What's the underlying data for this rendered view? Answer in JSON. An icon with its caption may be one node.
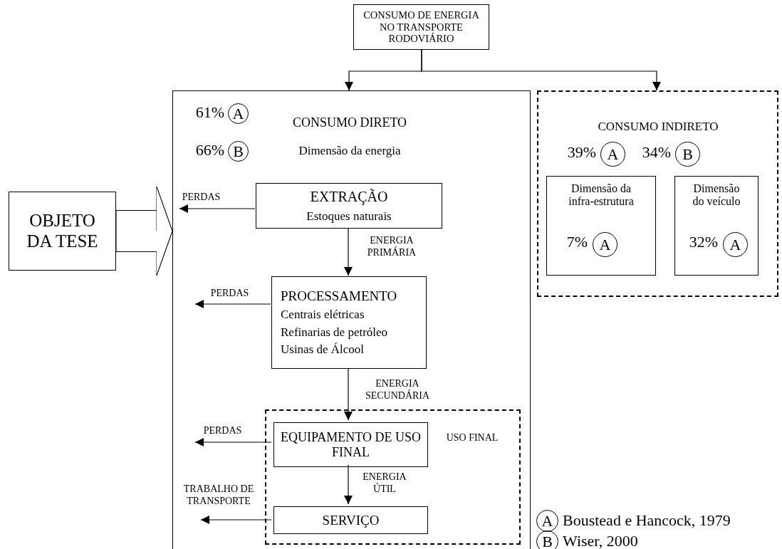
{
  "diagram": {
    "nodes": [
      {
        "text": [
          "CONSUMO DE ENERGIA NO TRANSPORTE RODOVIÁRIO"
        ]
      },
      {
        "text": [
          "CONSUMO DIRETO",
          "Dimensão da energia"
        ]
      },
      {
        "text": [
          "A"
        ],
        "in": 1,
        "beside": [
          "61%"
        ]
      },
      {
        "text": [
          "B"
        ],
        "in": 1,
        "beside": [
          "66%"
        ]
      },
      {
        "text": [
          "EXTRAÇÃO",
          "Estoques naturais"
        ],
        "in": 1
      },
      {
        "text": [
          "PROCESSAMENTO",
          "Centrais elétricas",
          "Refinarias de petróleo",
          "Usinas de Álcool"
        ],
        "in": 1
      },
      {
        "text": [
          "USO FINAL"
        ],
        "in": 1
      },
      {
        "text": [
          "EQUIPAMENTO DE USO FINAL"
        ],
        "in": 6
      },
      {
        "text": [
          "SERVIÇO"
        ],
        "in": 6
      },
      {
        "text": [
          "CONSUMO INDIRETO"
        ]
      },
      {
        "text": [
          "A"
        ],
        "in": 9,
        "beside": [
          "39%"
        ]
      },
      {
        "text": [
          "B"
        ],
        "in": 9,
        "beside": [
          "34%"
        ]
      },
      {
        "text": [
          "Dimensão da infra-estrutura"
        ],
        "in": 9
      },
      {
        "text": [
          "A"
        ],
        "in": 12,
        "beside": [
          "7%"
        ]
      },
      {
        "text": [
          "Dimensão do veículo"
        ],
        "in": 9
      },
      {
        "text": [
          "A"
        ],
        "in": 14,
        "beside": [
          "32%"
        ]
      },
      {
        "text": [
          "OBJETO DA TESE"
        ]
      },
      {
        "text": [
          "A"
        ],
        "beside": [
          "Boustead e Hancock, 1979"
        ]
      },
      {
        "text": [
          "B"
        ],
        "beside": [
          "Wiser, 2000"
        ]
      }
    ],
    "edges": [
      {
        "from": 0,
        "to": 1,
        "arrow": "to"
      },
      {
        "from": 0,
        "to": 9,
        "arrow": "to"
      },
      {
        "from": 4,
        "to": null,
        "arrow": "to",
        "label": "PERDAS"
      },
      {
        "from": 4,
        "to": 5,
        "arrow": "to",
        "label": "ENERGIA PRIMÁRIA"
      },
      {
        "from": 5,
        "to": null,
        "arrow": "to",
        "label": "PERDAS"
      },
      {
        "from": 5,
        "to": 7,
        "arrow": "to",
        "label": "ENERGIA SECUNDÁRIA"
      },
      {
        "from": 7,
        "to": null,
        "arrow": "to",
        "label": "PERDAS"
      },
      {
        "from": 7,
        "to": 8,
        "arrow": "to",
        "label": "ENERGIA ÚTIL"
      },
      {
        "from": 8,
        "to": null,
        "arrow": "to",
        "label": "TRABALHO DE TRANSPORTE"
      },
      {
        "from": 16,
        "to": 1,
        "arrow": "to"
      }
    ]
  }
}
